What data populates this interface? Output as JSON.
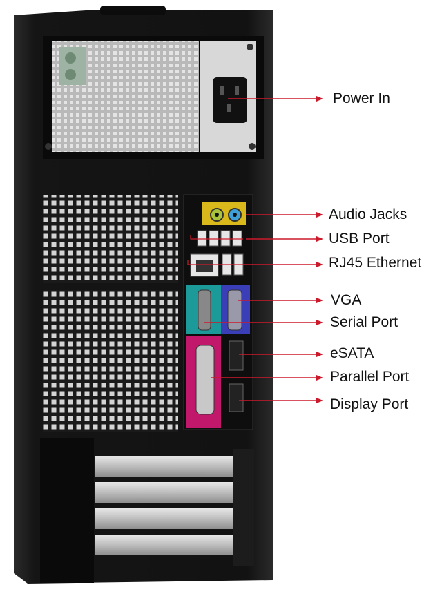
{
  "colors": {
    "background": "#ffffff",
    "case": "#111111",
    "case_edge": "#2a2a2a",
    "grille": "#cfcfcf",
    "psu": "#c9c9c9",
    "audio": "#d8b81a",
    "serial": "#1c9a9a",
    "vga": "#3a3fb8",
    "parallel": "#c2186b",
    "callout_line": "#cc1a2a"
  },
  "callouts": [
    {
      "id": "power-in",
      "label": "Power In"
    },
    {
      "id": "audio-jacks",
      "label": "Audio Jacks"
    },
    {
      "id": "usb-port",
      "label": "USB Port"
    },
    {
      "id": "rj45-ethernet",
      "label": "RJ45 Ethernet"
    },
    {
      "id": "vga",
      "label": "VGA"
    },
    {
      "id": "serial-port",
      "label": "Serial Port"
    },
    {
      "id": "esata",
      "label": "eSATA"
    },
    {
      "id": "parallel-port",
      "label": "Parallel Port"
    },
    {
      "id": "display-port",
      "label": "Display Port"
    }
  ]
}
